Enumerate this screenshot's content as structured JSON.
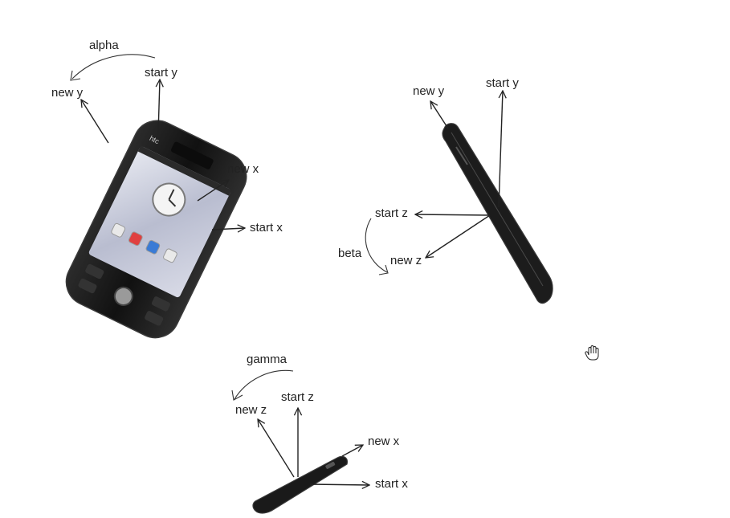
{
  "colors": {
    "background": "#ffffff",
    "ink": "#222222",
    "phone_body": "#1c1c1c",
    "phone_edge": "#3a3a3a",
    "screen": "#c9ccd9"
  },
  "alpha_panel": {
    "rotation_label": "alpha",
    "axes": {
      "start_y": "start y",
      "new_y": "new y",
      "new_x": "new x",
      "start_x": "start x"
    },
    "phone_brand": "htc"
  },
  "beta_panel": {
    "rotation_label": "beta",
    "axes": {
      "start_y": "start y",
      "new_y": "new y",
      "start_z": "start z",
      "new_z": "new z"
    }
  },
  "gamma_panel": {
    "rotation_label": "gamma",
    "axes": {
      "start_z": "start z",
      "new_z": "new z",
      "new_x": "new x",
      "start_x": "start x"
    }
  },
  "cursor_icon": "hand-cursor-icon"
}
